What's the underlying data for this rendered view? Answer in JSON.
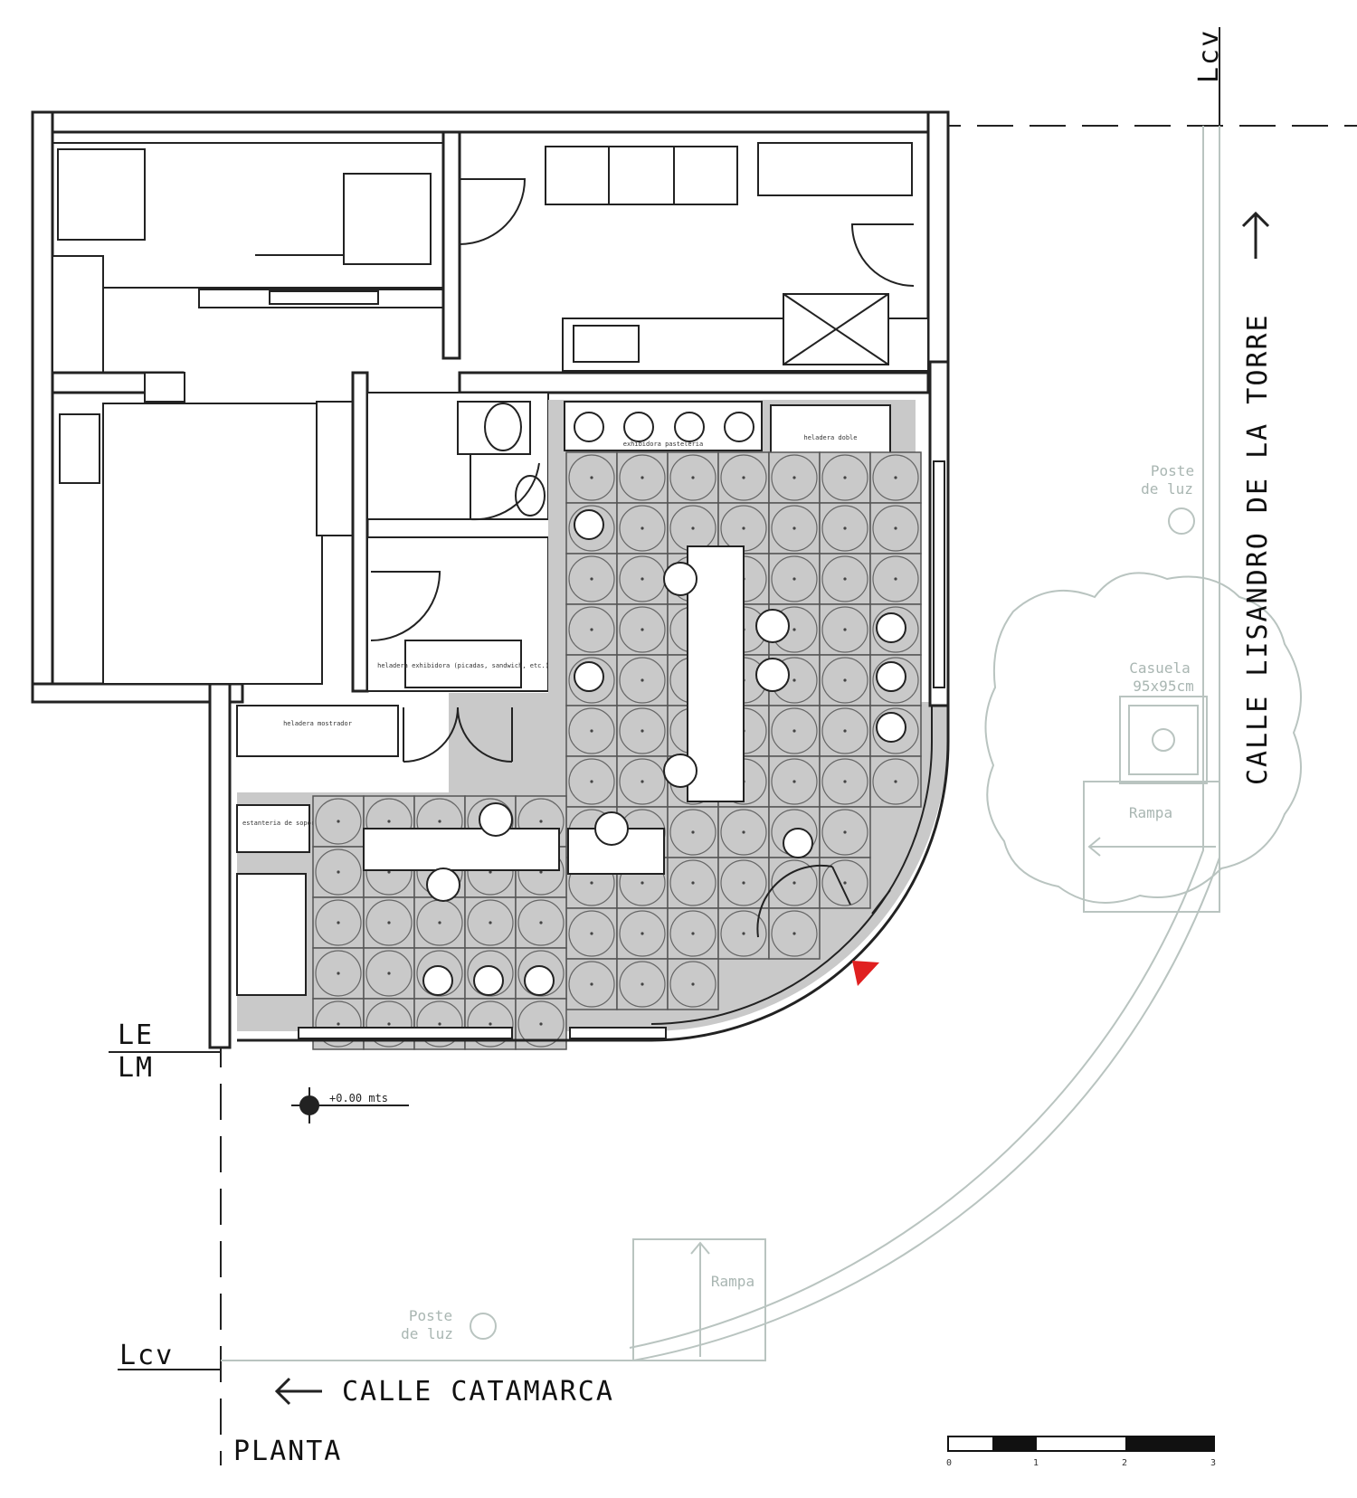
{
  "title": "PLANTA",
  "streets": {
    "east": "CALLE LISANDRO DE LA TORRE",
    "south": "CALLE CATAMARCA"
  },
  "markers": {
    "lcv_top": "Lcv",
    "lcv_left": "Lcv",
    "le": "LE",
    "lm": "LM"
  },
  "level": "+0.00 mts",
  "exterior": {
    "poste_1": [
      "Poste",
      "de luz"
    ],
    "poste_2": [
      "Poste",
      "de luz"
    ],
    "casuela": [
      "Casuela",
      "95x95cm"
    ],
    "rampa_1": "Rampa",
    "rampa_2": "Rampa"
  },
  "furniture": {
    "heladera_exhibidora": "heladera exhibidora (picadas, sandwich, etc.)",
    "heladera_mostrador": "heladera mostrador",
    "exhibidora_pasteleria": "exhibidora pasteleria",
    "heladera_doble": "heladera doble",
    "estanteria": "estanteria de soporte (Pti. Madera)"
  },
  "scale": {
    "ticks": [
      "0",
      "1",
      "2",
      "3"
    ]
  },
  "colors": {
    "floor": "#c9c9c9",
    "entrance_marker": "#e02020",
    "ghost": "#b9c4c0"
  }
}
